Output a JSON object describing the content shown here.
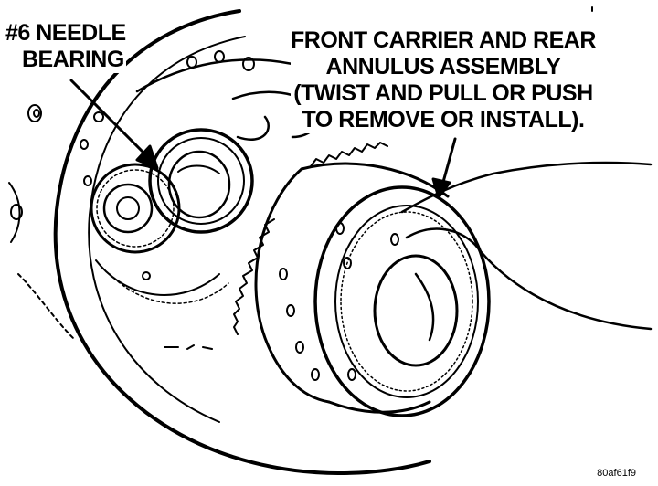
{
  "callouts": {
    "needle_bearing": {
      "line1": "#6 NEEDLE",
      "line2": "BEARING"
    },
    "carrier_assembly": {
      "line1": "FRONT CARRIER AND REAR",
      "line2": "ANNULUS ASSEMBLY",
      "line3": "(TWIST AND PULL OR PUSH",
      "line4": "TO REMOVE OR INSTALL)."
    }
  },
  "figure_code": "80af61f9",
  "colors": {
    "ink": "#000000",
    "paper": "#ffffff"
  }
}
